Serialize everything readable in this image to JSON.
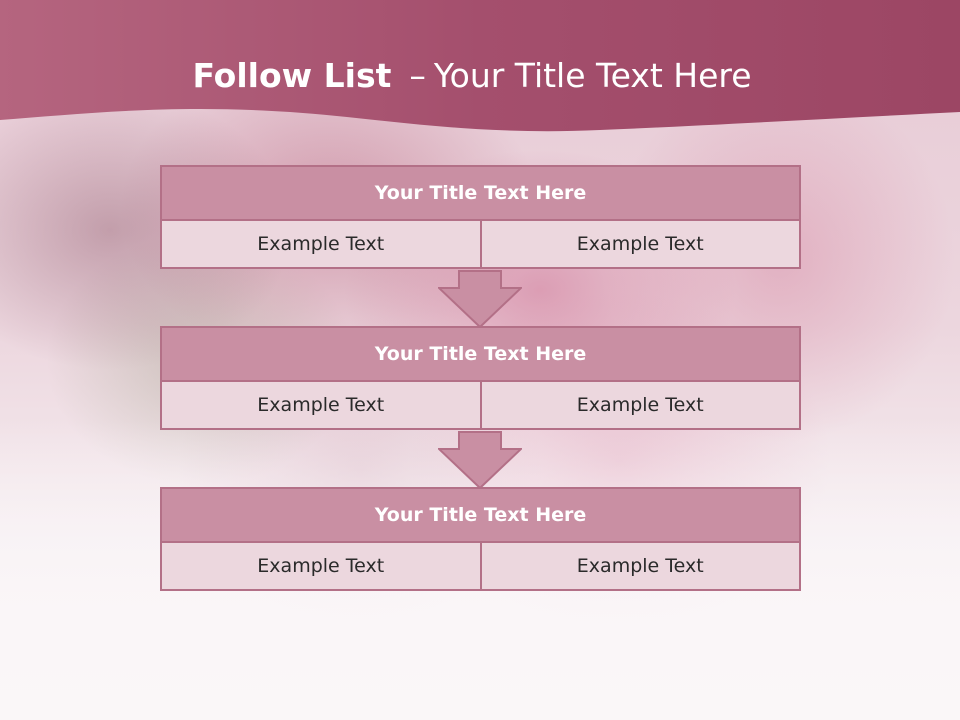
{
  "header": {
    "title_bold": "Follow List",
    "title_sep": "–",
    "title_rest": "Your Title Text Here"
  },
  "blocks": [
    {
      "title": "Your Title Text Here",
      "left": "Example Text",
      "right": "Example Text"
    },
    {
      "title": "Your Title Text Here",
      "left": "Example Text",
      "right": "Example Text"
    },
    {
      "title": "Your Title Text Here",
      "left": "Example Text",
      "right": "Example Text"
    }
  ],
  "colors": {
    "header": "#9b4a65",
    "title_bar": "#c98fa3",
    "border": "#b37087",
    "cell": "#ecd7de",
    "arrow": "#c98fa3"
  }
}
